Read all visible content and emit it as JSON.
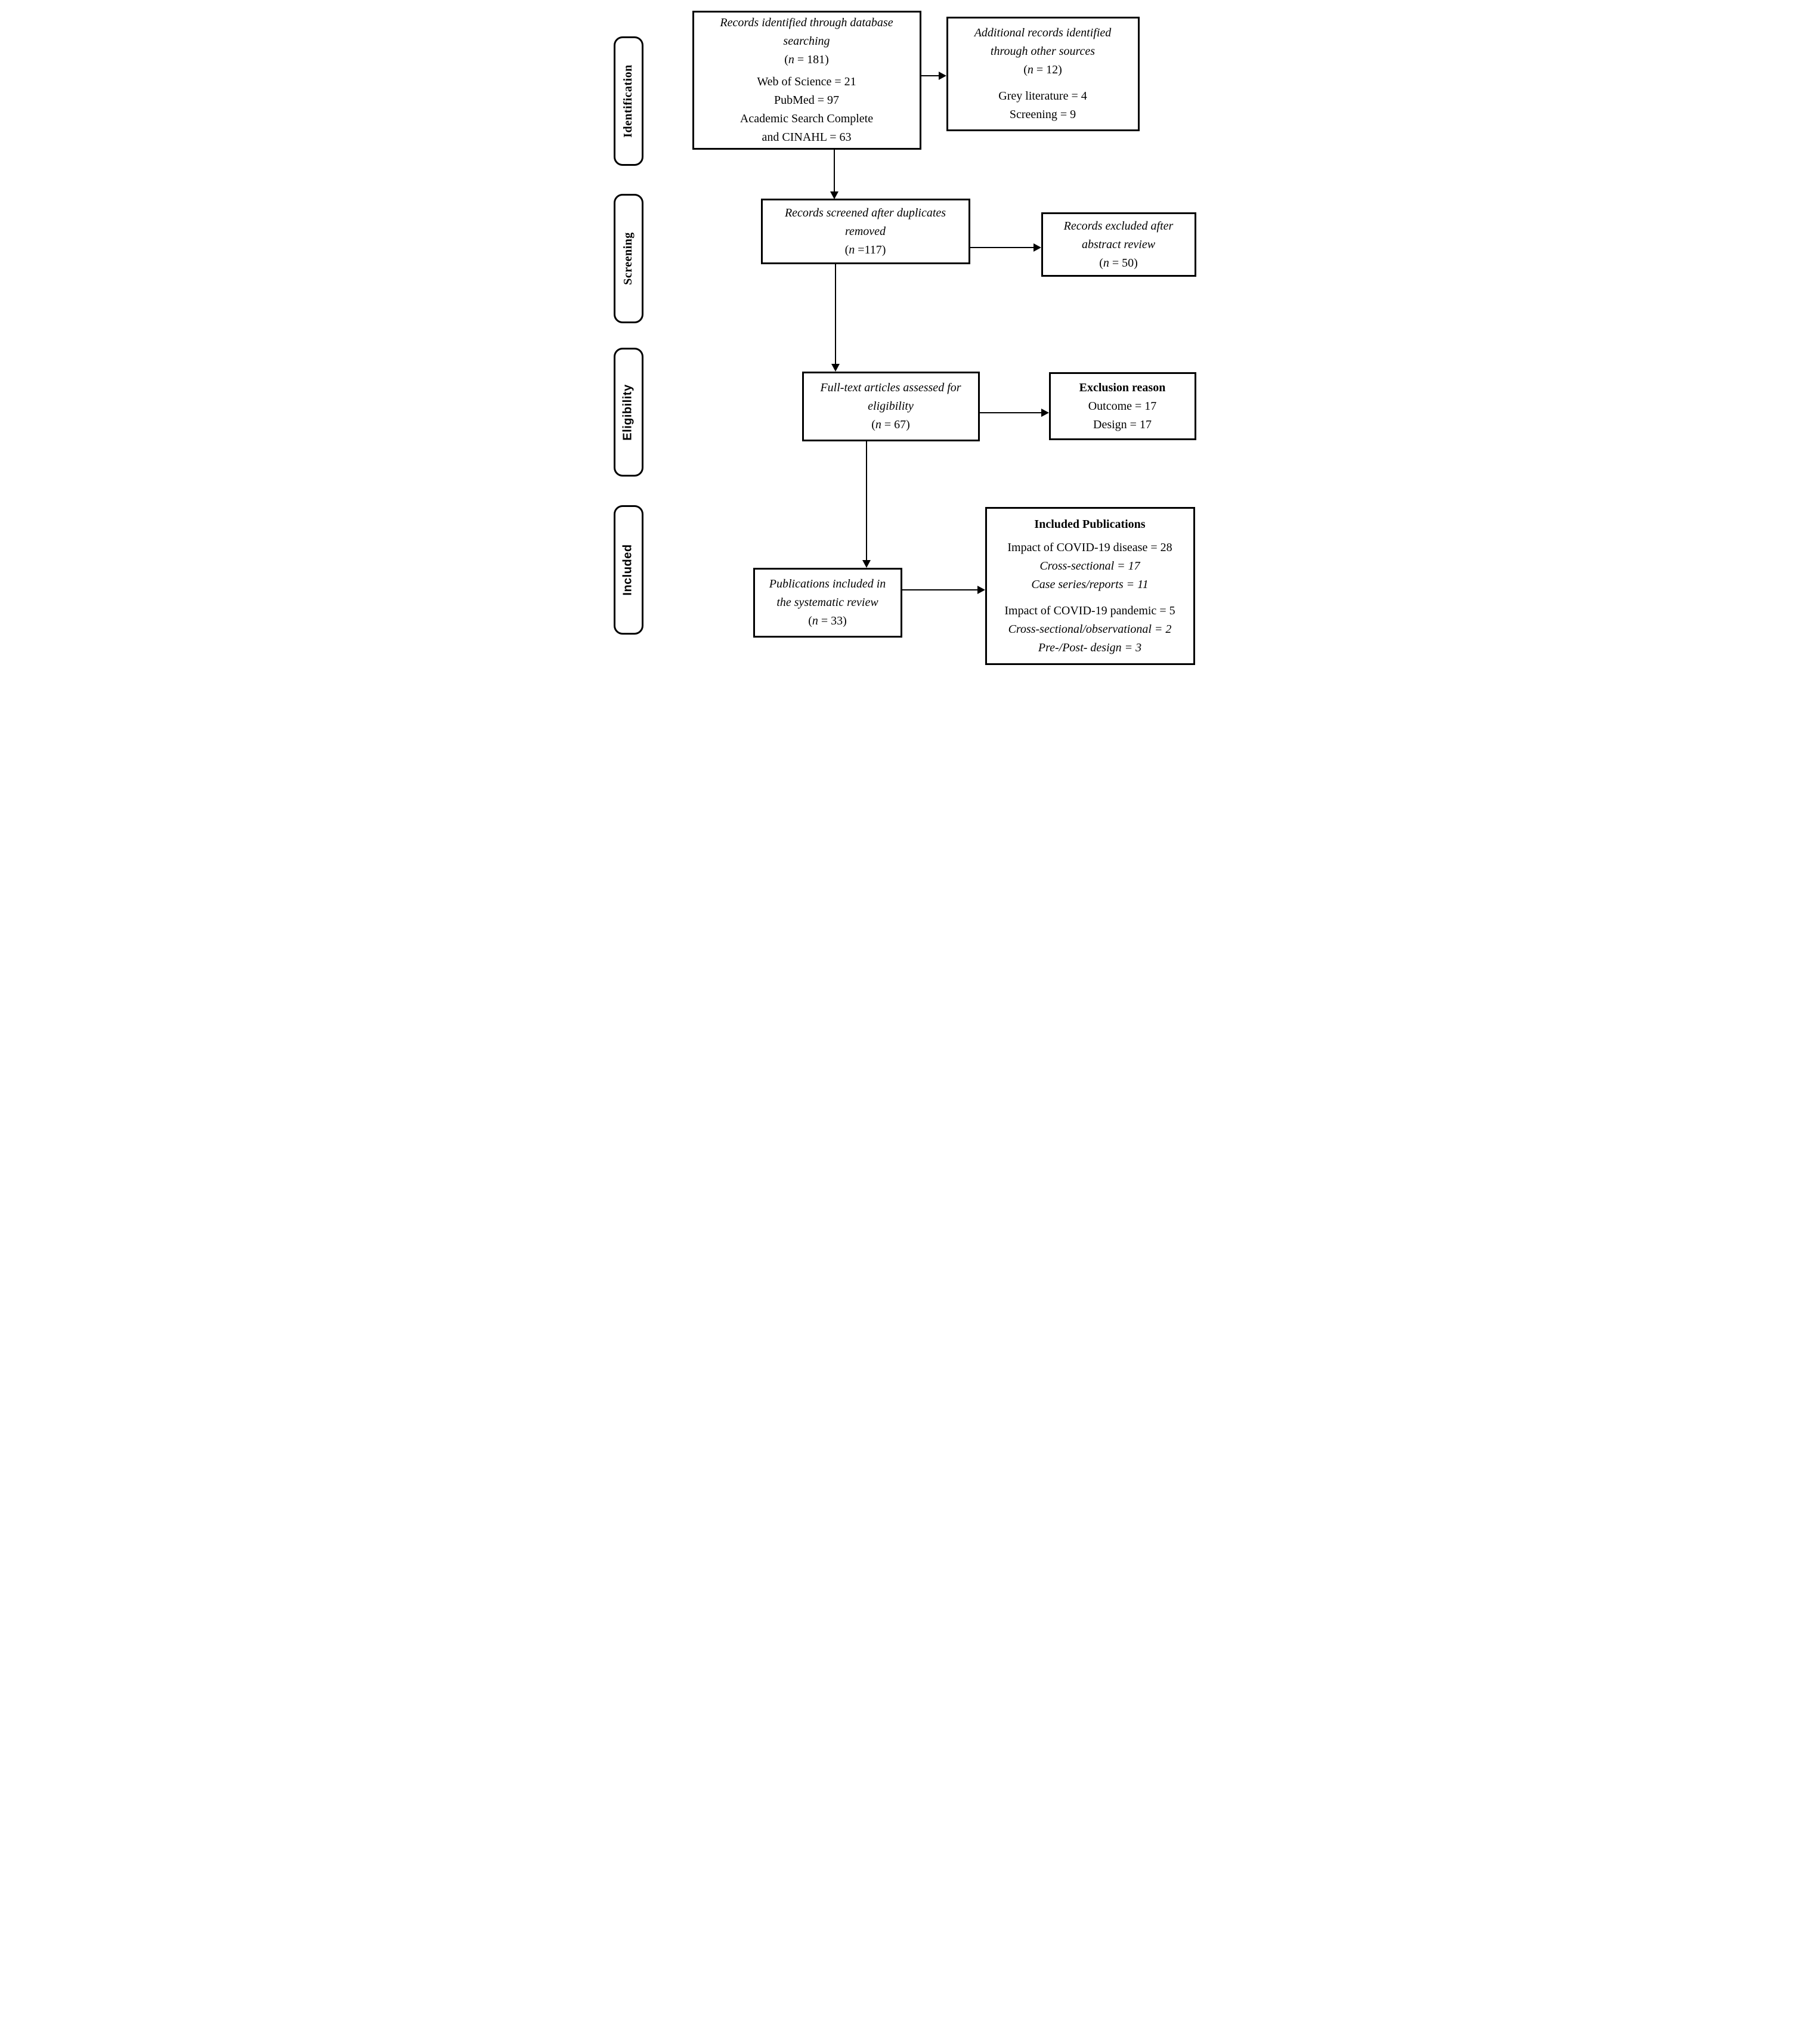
{
  "figure": {
    "type": "prisma-flow-diagram",
    "colors": {
      "line": "#000000",
      "background": "#ffffff",
      "text": "#000000"
    },
    "stages": [
      {
        "label": "Identification"
      },
      {
        "label": "Screening"
      },
      {
        "label": "Eligibility"
      },
      {
        "label": "Included"
      }
    ],
    "boxes": {
      "records_identified": {
        "lines": [
          {
            "t": "Records identified through database",
            "s": "it"
          },
          {
            "t": "searching",
            "s": "it"
          },
          {
            "t": "(n = 181)",
            "s": "rm"
          },
          {
            "t": "",
            "s": "gap"
          },
          {
            "t": "Web of Science = 21",
            "s": "rm"
          },
          {
            "t": "PubMed = 97",
            "s": "rm"
          },
          {
            "t": "Academic Search Complete",
            "s": "rm"
          },
          {
            "t": "and CINAHL = 63",
            "s": "rm"
          }
        ]
      },
      "additional_records": {
        "lines": [
          {
            "t": "Additional records identified",
            "s": "it"
          },
          {
            "t": "through other sources",
            "s": "it"
          },
          {
            "t": "(n = 12)",
            "s": "rm"
          },
          {
            "t": "",
            "s": "gap"
          },
          {
            "t": "Grey literature = 4",
            "s": "rm"
          },
          {
            "t": "Screening = 9",
            "s": "rm"
          }
        ]
      },
      "records_screened": {
        "lines": [
          {
            "t": "Records screened after duplicates",
            "s": "it"
          },
          {
            "t": "removed",
            "s": "it"
          },
          {
            "t": "(n =117)",
            "s": "rm"
          }
        ]
      },
      "records_excluded": {
        "lines": [
          {
            "t": "Records excluded after",
            "s": "it"
          },
          {
            "t": "abstract review",
            "s": "it"
          },
          {
            "t": "(n = 50)",
            "s": "rm"
          }
        ]
      },
      "full_text": {
        "lines": [
          {
            "t": "Full-text articles assessed for",
            "s": "it"
          },
          {
            "t": "eligibility",
            "s": "it"
          },
          {
            "t": "(n = 67)",
            "s": "rm"
          }
        ]
      },
      "exclusion_reason": {
        "lines": [
          {
            "t": "Exclusion reason",
            "s": "b"
          },
          {
            "t": "Outcome = 17",
            "s": "rm"
          },
          {
            "t": "Design = 17",
            "s": "rm"
          }
        ]
      },
      "publications_included": {
        "lines": [
          {
            "t": "Publications included in",
            "s": "it"
          },
          {
            "t": "the systematic review",
            "s": "it"
          },
          {
            "t": "(n = 33)",
            "s": "rm"
          }
        ]
      },
      "included_publications": {
        "lines": [
          {
            "t": "Included Publications",
            "s": "b"
          },
          {
            "t": "",
            "s": "gap-sm"
          },
          {
            "t": "Impact of COVID-19 disease = 28",
            "s": "rm"
          },
          {
            "t": "Cross-sectional = 17",
            "s": "it"
          },
          {
            "t": "Case series/reports = 11",
            "s": "it"
          },
          {
            "t": "",
            "s": "gap"
          },
          {
            "t": "Impact of COVID-19 pandemic = 5",
            "s": "rm"
          },
          {
            "t": "Cross-sectional/observational = 2",
            "s": "it"
          },
          {
            "t": "Pre-/Post- design = 3",
            "s": "it"
          }
        ]
      }
    }
  }
}
